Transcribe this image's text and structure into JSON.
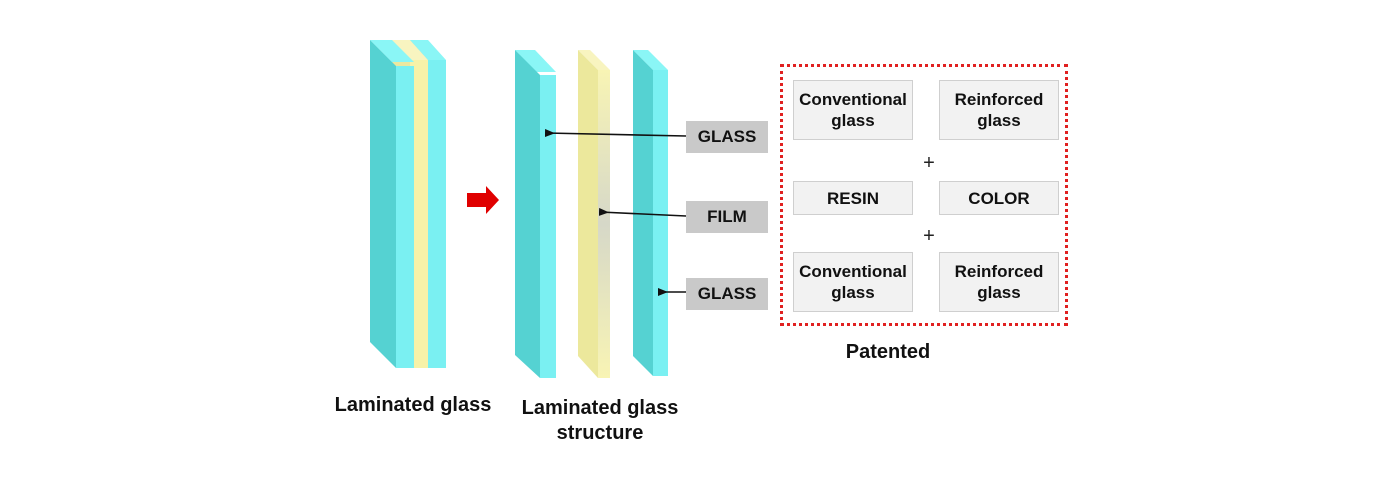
{
  "captions": {
    "laminated_glass": "Laminated glass",
    "structure_line1": "Laminated glass",
    "structure_line2": "structure",
    "patented": "Patented"
  },
  "layer_tags": {
    "glass_top": "GLASS",
    "film": "FILM",
    "glass_bottom": "GLASS"
  },
  "patent_grid": {
    "row1_left": [
      "Conventional",
      "glass"
    ],
    "row1_right": [
      "Reinforced",
      "glass"
    ],
    "plus1": "+",
    "row2_left": "RESIN",
    "row2_right": "COLOR",
    "plus2": "+",
    "row3_left": [
      "Conventional",
      "glass"
    ],
    "row3_right": [
      "Reinforced",
      "glass"
    ]
  },
  "colors": {
    "glass_front": "#55d2d2",
    "glass_side": "#7af0f2",
    "film": "#f7f2a8",
    "tag_bg": "#c9c9c9",
    "arrow_red": "#e00000",
    "box_border": "#e02020"
  }
}
